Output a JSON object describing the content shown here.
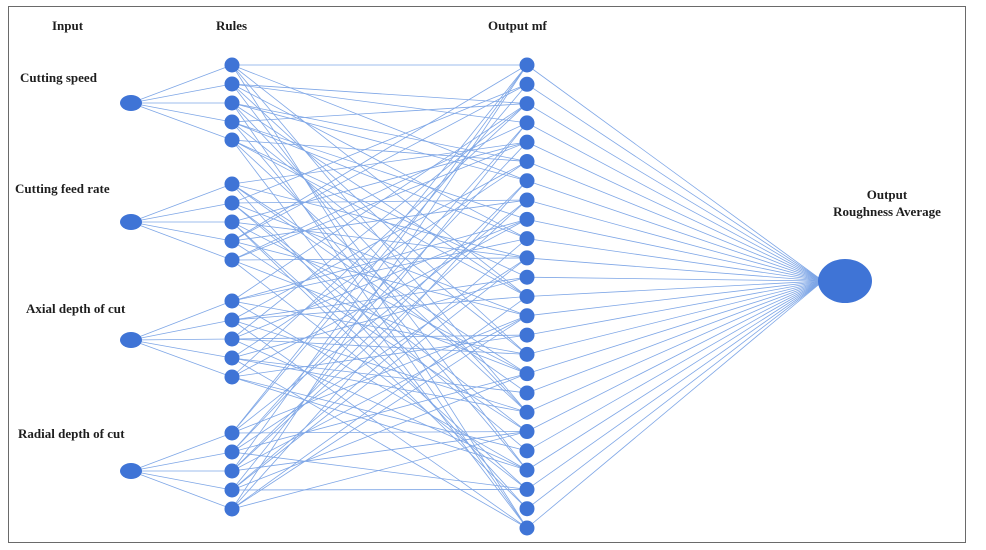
{
  "headers": {
    "input": "Input",
    "rules": "Rules",
    "output_mf": "Output mf"
  },
  "inputs": [
    {
      "label": "Cutting speed"
    },
    {
      "label": "Cutting feed rate"
    },
    {
      "label": "Axial depth of cut"
    },
    {
      "label": "Radial depth of cut"
    }
  ],
  "rules_per_input": 5,
  "output_mf_count": 25,
  "output": {
    "line1": "Output",
    "line2": "Roughness Average"
  },
  "colors": {
    "node": "#3f74d6",
    "edge": "#7ea6e6",
    "frame": "#6a6a6a",
    "text": "#1e1e1e"
  }
}
